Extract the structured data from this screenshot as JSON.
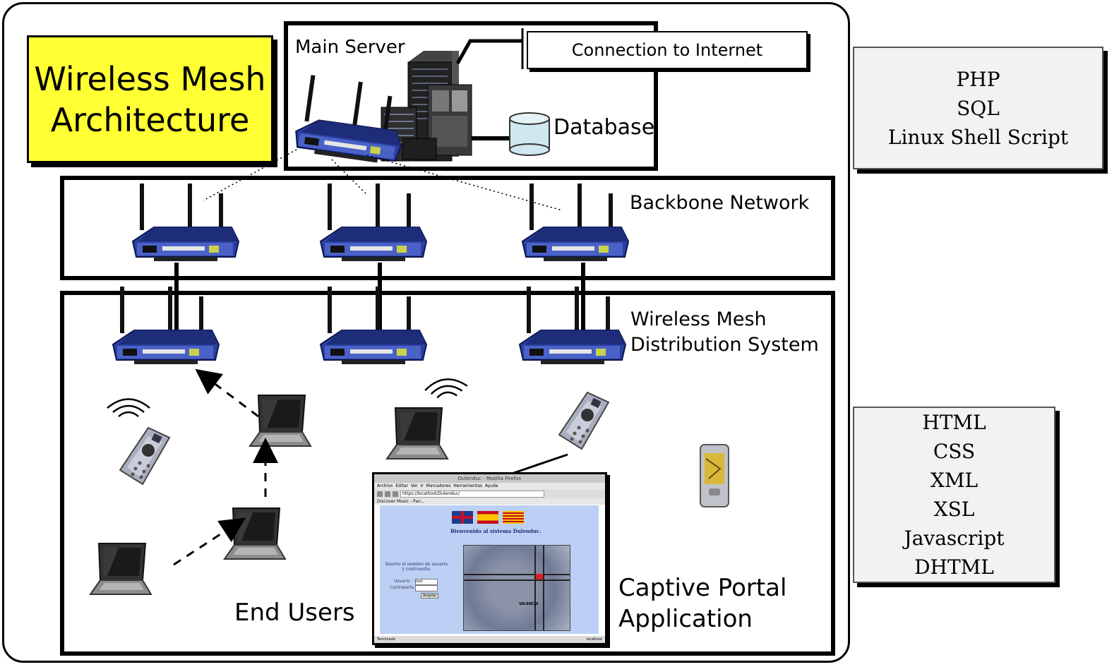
{
  "title": {
    "line1": "Wireless Mesh",
    "line2": "Architecture"
  },
  "main_server": {
    "label": "Main Server",
    "internet": "Connection to Internet",
    "database": "Database"
  },
  "backbone": {
    "label": "Backbone Network"
  },
  "distribution": {
    "line1": "Wireless Mesh",
    "line2": "Distribution System"
  },
  "end_users": {
    "label": "End Users"
  },
  "captive_portal": {
    "line1": "Captive Portal",
    "line2": "Application",
    "browser_title": "Dulenduc - Mozilla Firefox",
    "menu": [
      "Archivo",
      "Editar",
      "Ver",
      "Ir",
      "Marcadores",
      "Herramientas",
      "Ayuda"
    ],
    "url": "https://localhost/Dulenduc/",
    "bookmark": "Discover Music - Pan...",
    "welcome": "Bienvenido al sistema Dulenduc.",
    "prompt": "Inserte el nombre de usuario y contraseña:",
    "user_label": "Usuario",
    "pass_label": "Contraseña",
    "user_value": "test",
    "accept": "Aceptar",
    "map_label": "VALENCIA",
    "status_left": "Terminado",
    "status_right": "localhost"
  },
  "server_tech": [
    "PHP",
    "SQL",
    "Linux Shell Script"
  ],
  "client_tech": [
    "HTML",
    "CSS",
    "XML",
    "XSL",
    "Javascript",
    "DHTML"
  ]
}
